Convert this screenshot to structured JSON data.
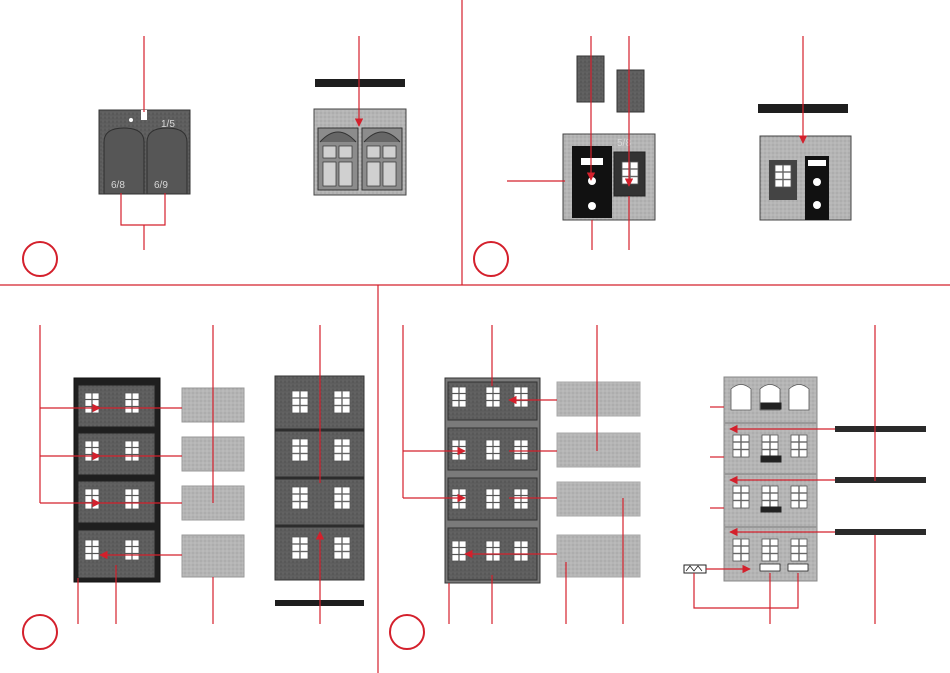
{
  "colors": {
    "leader_line": "#d4202c",
    "panel_divider": "#d4202c",
    "step_circle": "#d4202c",
    "part_dark": "#3a3a3a",
    "part_medium": "#6b6b6b",
    "part_light": "#b9b9b9",
    "glazing": "#c8c8c8",
    "window_white": "#ffffff"
  },
  "step1": {
    "gable_label_top": "1/5",
    "gable_label_left": "6/8",
    "gable_label_right": "6/9"
  },
  "step2": {
    "panel_label": "5/8"
  },
  "icons": {
    "step_marker": "step-circle-icon"
  }
}
